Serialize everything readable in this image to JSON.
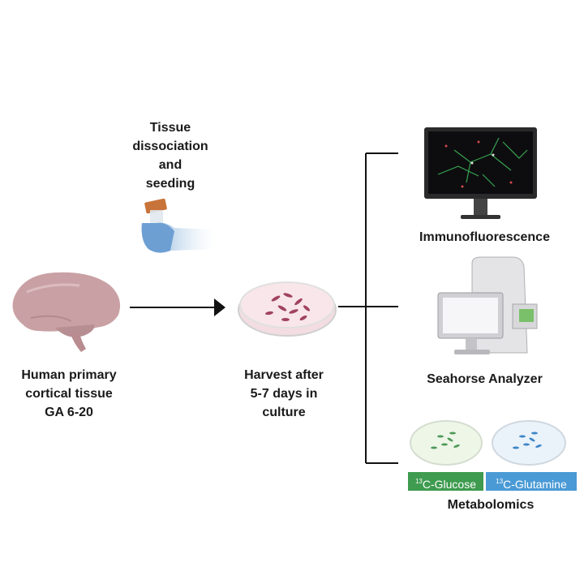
{
  "steps": {
    "dissociation": {
      "lines": [
        "Tissue",
        "dissociation",
        "and",
        "seeding"
      ]
    },
    "source": {
      "lines": [
        "Human primary",
        "cortical tissue",
        "GA 6-20"
      ]
    },
    "culture": {
      "lines": [
        "Harvest after",
        "5-7 days in",
        "culture"
      ]
    }
  },
  "outputs": {
    "immunofluorescence": "Immunofluorescence",
    "seahorse": "Seahorse Analyzer",
    "metabolomics": "Metabolomics",
    "tracers": [
      {
        "sup": "13",
        "label": "C-Glucose",
        "color": "#3e9b4f"
      },
      {
        "sup": "13",
        "label": "C-Glutamine",
        "color": "#4a9ad6"
      }
    ]
  }
}
